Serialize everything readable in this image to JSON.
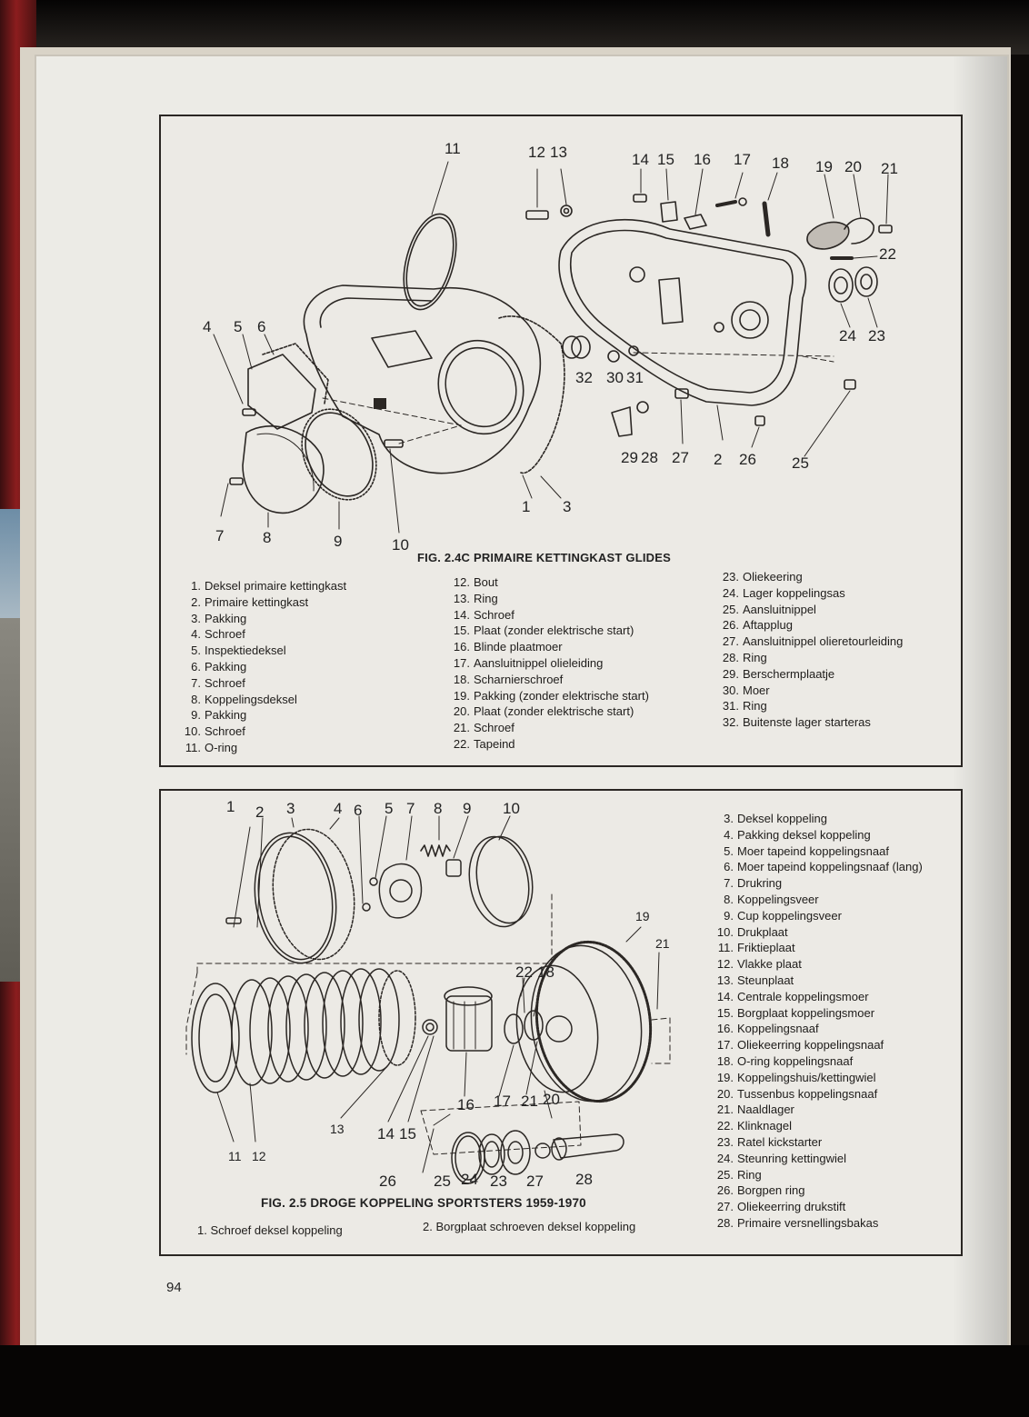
{
  "page_number": "94",
  "fig24c": {
    "title": "FIG. 2.4C PRIMAIRE KETTINGKAST GLIDES",
    "callouts": [
      "1",
      "2",
      "3",
      "4",
      "5",
      "6",
      "7",
      "8",
      "9",
      "10",
      "11",
      "12",
      "13",
      "14",
      "15",
      "16",
      "17",
      "18",
      "19",
      "20",
      "21",
      "22",
      "23",
      "24",
      "25",
      "26",
      "27",
      "28",
      "29",
      "30",
      "31",
      "32"
    ],
    "list_col1": [
      {
        "n": "1.",
        "t": "Deksel primaire kettingkast"
      },
      {
        "n": "2.",
        "t": "Primaire kettingkast"
      },
      {
        "n": "3.",
        "t": "Pakking"
      },
      {
        "n": "4.",
        "t": "Schroef"
      },
      {
        "n": "5.",
        "t": "Inspektiedeksel"
      },
      {
        "n": "6.",
        "t": "Pakking"
      },
      {
        "n": "7.",
        "t": "Schroef"
      },
      {
        "n": "8.",
        "t": "Koppelingsdeksel"
      },
      {
        "n": "9.",
        "t": "Pakking"
      },
      {
        "n": "10.",
        "t": "Schroef"
      },
      {
        "n": "11.",
        "t": "O-ring"
      }
    ],
    "list_col2": [
      {
        "n": "12.",
        "t": "Bout"
      },
      {
        "n": "13.",
        "t": "Ring"
      },
      {
        "n": "14.",
        "t": "Schroef"
      },
      {
        "n": "15.",
        "t": "Plaat (zonder elektrische start)"
      },
      {
        "n": "16.",
        "t": "Blinde plaatmoer"
      },
      {
        "n": "17.",
        "t": "Aansluitnippel olieleiding"
      },
      {
        "n": "18.",
        "t": "Scharnierschroef"
      },
      {
        "n": "19.",
        "t": "Pakking (zonder elektrische start)"
      },
      {
        "n": "20.",
        "t": "Plaat (zonder elektrische start)"
      },
      {
        "n": "21.",
        "t": "Schroef"
      },
      {
        "n": "22.",
        "t": "Tapeind"
      }
    ],
    "list_col3": [
      {
        "n": "23.",
        "t": "Oliekeering"
      },
      {
        "n": "24.",
        "t": "Lager koppelingsas"
      },
      {
        "n": "25.",
        "t": "Aansluitnippel"
      },
      {
        "n": "26.",
        "t": "Aftapplug"
      },
      {
        "n": "27.",
        "t": "Aansluitnippel olieretourleiding"
      },
      {
        "n": "28.",
        "t": "Ring"
      },
      {
        "n": "29.",
        "t": "Berschermplaatje"
      },
      {
        "n": "30.",
        "t": "Moer"
      },
      {
        "n": "31.",
        "t": "Ring"
      },
      {
        "n": "32.",
        "t": "Buitenste lager starteras"
      }
    ]
  },
  "fig25": {
    "title": "FIG. 2.5 DROGE KOPPELING SPORTSTERS 1959-1970",
    "callouts": [
      "1",
      "2",
      "3",
      "4",
      "5",
      "6",
      "7",
      "8",
      "9",
      "10",
      "11",
      "12",
      "13",
      "14",
      "15",
      "16",
      "17",
      "18",
      "19",
      "20",
      "21",
      "22",
      "23",
      "24",
      "25",
      "26",
      "27",
      "28"
    ],
    "bottom_items": [
      {
        "n": "1.",
        "t": "Schroef deksel koppeling"
      },
      {
        "n": "2.",
        "t": "Borgplaat schroeven deksel koppeling"
      }
    ],
    "list_right": [
      {
        "n": "3.",
        "t": "Deksel koppeling"
      },
      {
        "n": "4.",
        "t": "Pakking deksel koppeling"
      },
      {
        "n": "5.",
        "t": "Moer tapeind koppelingsnaaf"
      },
      {
        "n": "6.",
        "t": "Moer tapeind koppelingsnaaf (lang)"
      },
      {
        "n": "7.",
        "t": "Drukring"
      },
      {
        "n": "8.",
        "t": "Koppelingsveer"
      },
      {
        "n": "9.",
        "t": "Cup koppelingsveer"
      },
      {
        "n": "10.",
        "t": "Drukplaat"
      },
      {
        "n": "11.",
        "t": "Friktieplaat"
      },
      {
        "n": "12.",
        "t": "Vlakke plaat"
      },
      {
        "n": "13.",
        "t": "Steunplaat"
      },
      {
        "n": "14.",
        "t": "Centrale koppelingsmoer"
      },
      {
        "n": "15.",
        "t": "Borgplaat koppelingsmoer"
      },
      {
        "n": "16.",
        "t": "Koppelingsnaaf"
      },
      {
        "n": "17.",
        "t": "Oliekeerring koppelingsnaaf"
      },
      {
        "n": "18.",
        "t": "O-ring koppelingsnaaf"
      },
      {
        "n": "19.",
        "t": "Koppelingshuis/kettingwiel"
      },
      {
        "n": "20.",
        "t": "Tussenbus koppelingsnaaf"
      },
      {
        "n": "21.",
        "t": "Naaldlager"
      },
      {
        "n": "22.",
        "t": "Klinknagel"
      },
      {
        "n": "23.",
        "t": "Ratel kickstarter"
      },
      {
        "n": "24.",
        "t": "Steunring kettingwiel"
      },
      {
        "n": "25.",
        "t": "Ring"
      },
      {
        "n": "26.",
        "t": "Borgpen ring"
      },
      {
        "n": "27.",
        "t": "Oliekeerring drukstift"
      },
      {
        "n": "28.",
        "t": "Primaire versnellingsbakas"
      }
    ]
  }
}
